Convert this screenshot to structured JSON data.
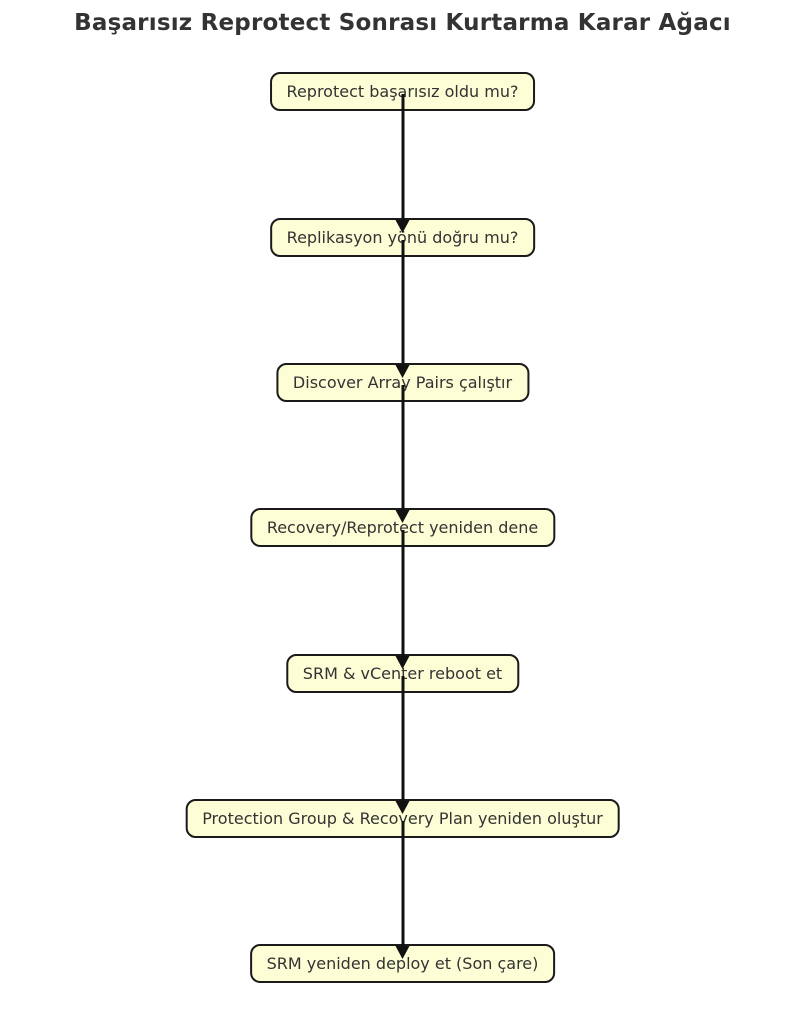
{
  "title": "Başarısız Reprotect Sonrası Kurtarma Karar Ağacı",
  "diagram": {
    "type": "flowchart",
    "direction": "top-down",
    "edges": [
      {
        "from": 0,
        "to": 1
      },
      {
        "from": 1,
        "to": 2
      },
      {
        "from": 2,
        "to": 3
      },
      {
        "from": 3,
        "to": 4
      },
      {
        "from": 4,
        "to": 5
      },
      {
        "from": 5,
        "to": 6
      }
    ]
  },
  "nodes": [
    {
      "label": "Reprotect başarısız oldu mu?"
    },
    {
      "label": "Replikasyon yönü doğru mu?"
    },
    {
      "label": "Discover Array Pairs çalıştır"
    },
    {
      "label": "Recovery/Reprotect yeniden dene"
    },
    {
      "label": "SRM & vCenter reboot et"
    },
    {
      "label": "Protection Group & Recovery Plan yeniden oluştur"
    },
    {
      "label": "SRM yeniden deploy et (Son çare)"
    }
  ],
  "colors": {
    "page_background": "#ffffff",
    "node_fill": "#FDFDD6",
    "node_border": "#1a1a1a",
    "node_text": "#333333",
    "title_text": "#333333",
    "arrow": "#111111"
  }
}
